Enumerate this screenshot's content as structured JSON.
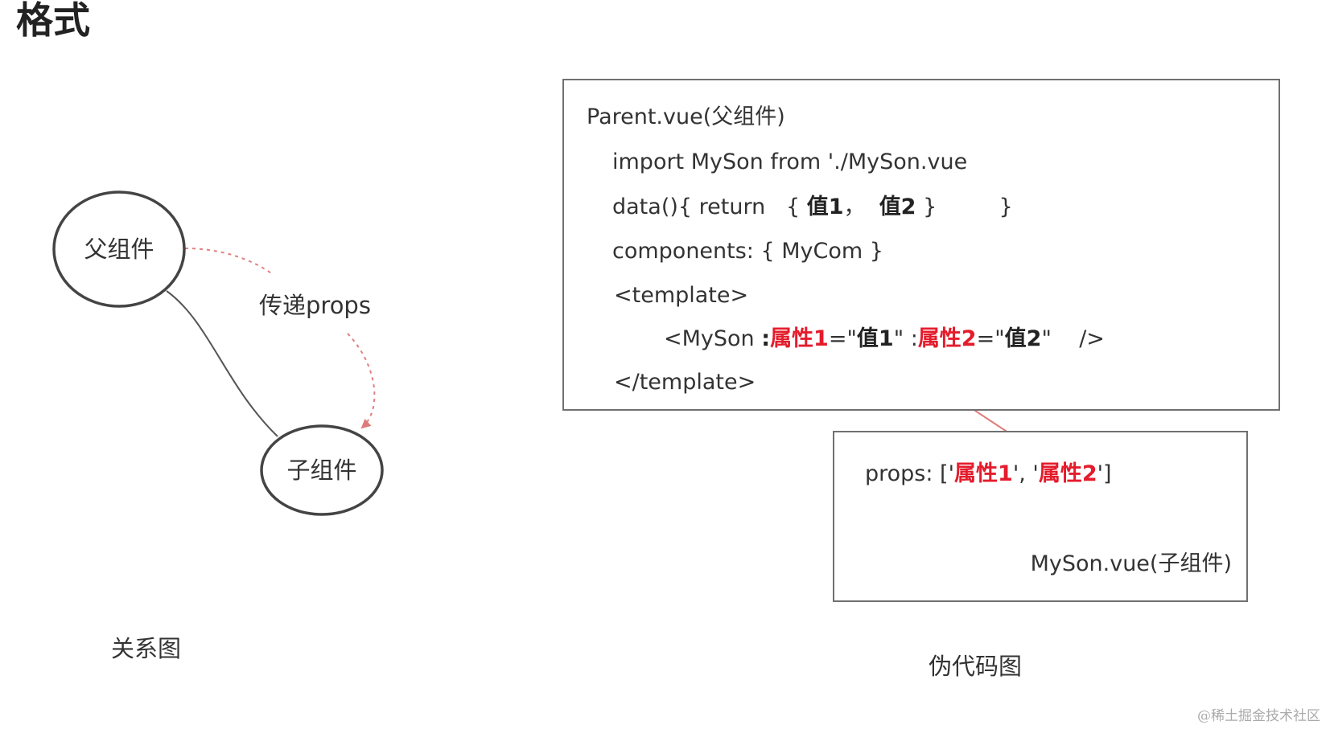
{
  "page": {
    "title": "格式"
  },
  "relation_diagram": {
    "parent_node": "父组件",
    "child_node": "子组件",
    "edge_label": "传递props",
    "caption": "关系图"
  },
  "parent_code": {
    "title": "Parent.vue(父组件)",
    "import_line": "import MySon from './MySon.vue",
    "data_prefix": "data(){ return   { ",
    "data_val1": "值1",
    "data_sep": "，  ",
    "data_val2": "值2",
    "data_suffix": " }         }",
    "components_line": "components: { MyCom }",
    "template_open": "<template>",
    "myson_prefix": "<MySon ",
    "attr1_colon": ":",
    "attr1": "属性1",
    "eq1": "=\"",
    "val1": "值1",
    "mid": "\" :",
    "attr2": "属性2",
    "eq2": "=\"",
    "val2": "值2",
    "myson_suffix": "\"    />",
    "template_close": "</template>"
  },
  "child_code": {
    "props_prefix": "props: ['",
    "prop1": "属性1",
    "props_sep": "', '",
    "prop2": "属性2",
    "props_suffix": "']",
    "title": "MySon.vue(子组件)"
  },
  "pseudo_caption": "伪代码图",
  "watermark": "@稀土掘金技术社区",
  "colors": {
    "accent_red": "#e41c2c",
    "arrow": "#e07a7a"
  }
}
